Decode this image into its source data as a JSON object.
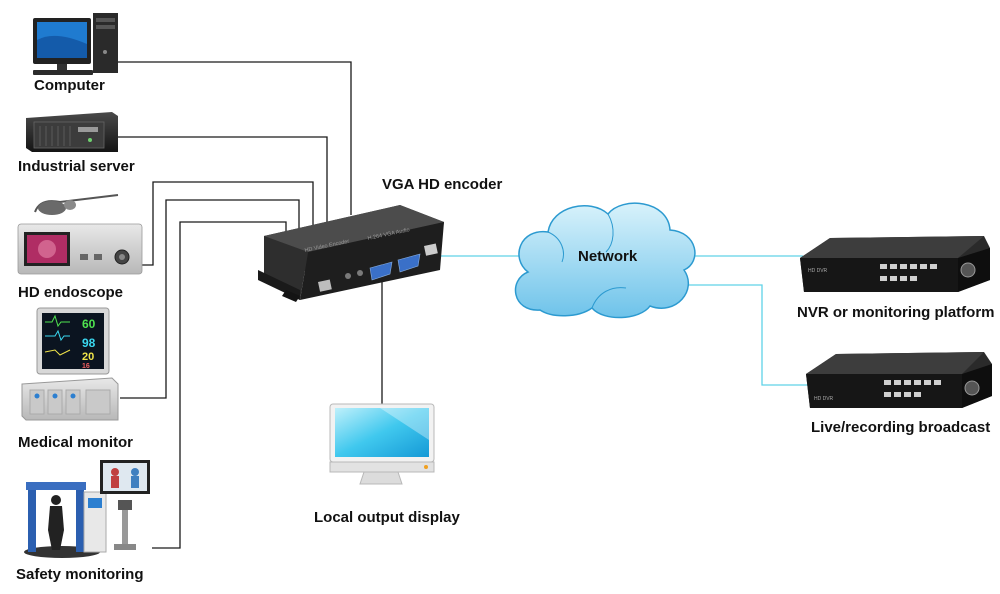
{
  "labels": {
    "computer": "Computer",
    "industrial_server": "Industrial server",
    "hd_endoscope": "HD endoscope",
    "medical_monitor": "Medical monitor",
    "safety_monitoring": "Safety monitoring",
    "encoder": "VGA HD encoder",
    "network": "Network",
    "local_display": "Local output display",
    "nvr": "NVR or monitoring platform",
    "broadcast": "Live/recording broadcast"
  },
  "device_text": {
    "encoder_front_left": "HD Video Encoder",
    "encoder_front_right": "H.264 VGA Audio",
    "dvr_badge": "HD DVR",
    "monitor_readings": [
      "60",
      "98",
      "20",
      "16"
    ]
  },
  "colors": {
    "input_wire": "#1a1a1a",
    "network_wire": "#5fd2e8",
    "cloud_fill": "#8fd4ef",
    "cloud_stroke": "#2c9ad0",
    "screen": "#1fb9e8",
    "device_dark": "#2a2a2a"
  }
}
